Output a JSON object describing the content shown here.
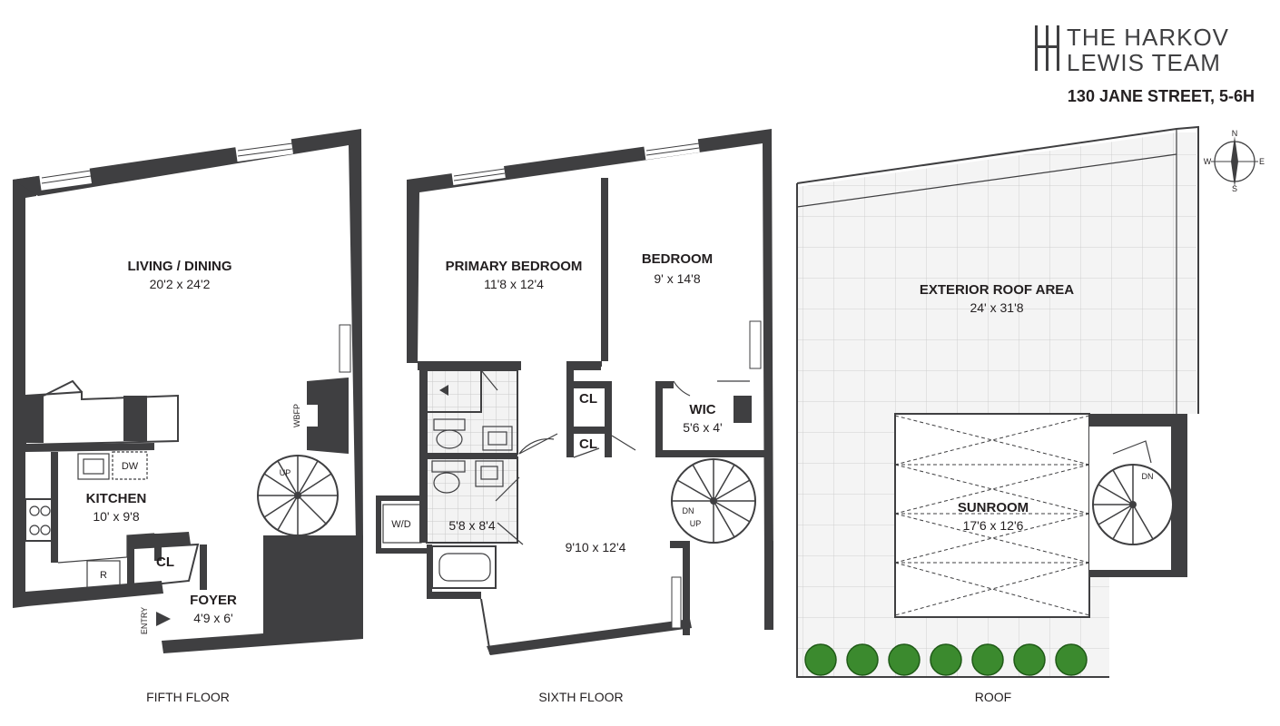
{
  "brand": {
    "line1": "THE HARKOV",
    "line2": "LEWIS TEAM",
    "address": "130 JANE STREET, 5-6H"
  },
  "compass": {
    "n": "N",
    "s": "S",
    "e": "E",
    "w": "W"
  },
  "fifth_floor": {
    "label": "FIFTH FLOOR",
    "living_name": "LIVING / DINING",
    "living_dim": "20'2 x 24'2",
    "kitchen_name": "KITCHEN",
    "kitchen_dim": "10' x 9'8",
    "cl": "CL",
    "foyer_name": "FOYER",
    "foyer_dim": "4'9 x 6'",
    "dw": "DW",
    "r": "R",
    "wbfp": "WBFP",
    "up": "UP",
    "entry": "ENTRY"
  },
  "sixth_floor": {
    "label": "SIXTH FLOOR",
    "primary_name": "PRIMARY BEDROOM",
    "primary_dim": "11'8 x 12'4",
    "bedroom_name": "BEDROOM",
    "bedroom_dim": "9' x 14'8",
    "cl1": "CL",
    "cl2": "CL",
    "wic_name": "WIC",
    "wic_dim": "5'6 x 4'",
    "bath_dim": "5'8 x 8'4",
    "wd": "W/D",
    "hall_dim": "9'10 x 12'4",
    "dn": "DN",
    "up": "UP"
  },
  "roof": {
    "label": "ROOF",
    "exterior_name": "EXTERIOR ROOF AREA",
    "exterior_dim": "24' x 31'8",
    "sunroom_name": "SUNROOM",
    "sunroom_dim": "17'6 x 12'6",
    "dn": "DN"
  },
  "colors": {
    "wall": "#3f3f41",
    "plant": "#3b8a2e",
    "text": "#231f20"
  }
}
